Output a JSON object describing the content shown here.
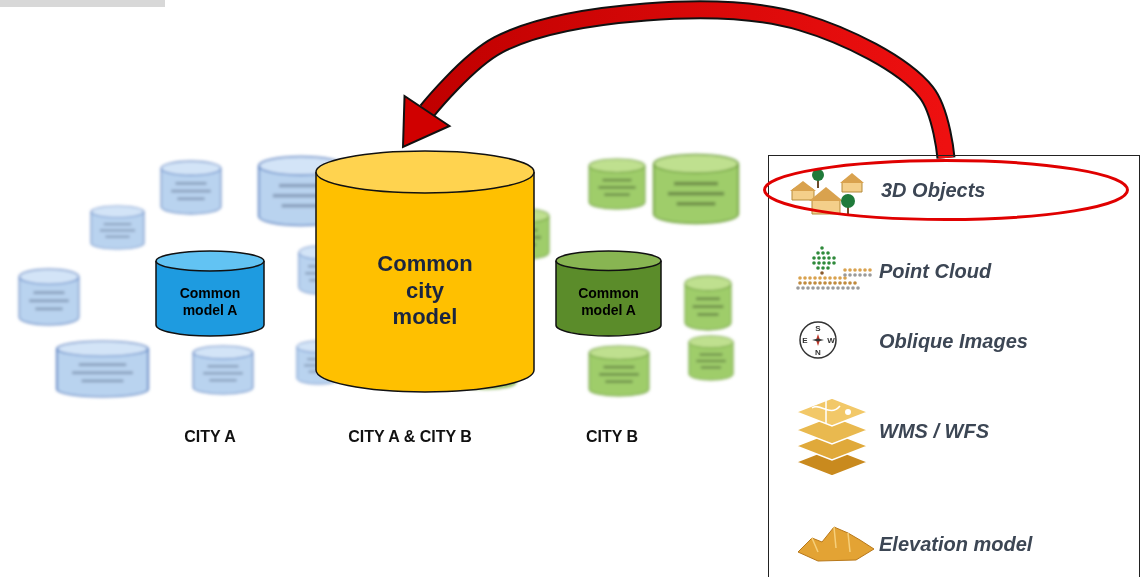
{
  "diagram": {
    "nodes": [
      {
        "text": [
          "Common model A"
        ]
      },
      {
        "text": [
          "Common city model"
        ]
      },
      {
        "text": [
          "Common model A"
        ]
      },
      {
        "text": [
          "Point Cloud",
          "Oblique Images",
          "WMS / WFS",
          "Elevation model"
        ]
      },
      {
        "text": [
          "3D Objects"
        ],
        "in": 3
      }
    ],
    "edges": [
      {
        "from": 4,
        "to": 1,
        "arrow": "to"
      }
    ],
    "labels": [
      "CITY A",
      "CITY A & CITY B",
      "CITY B",
      "S",
      "E",
      "W",
      "N"
    ]
  }
}
